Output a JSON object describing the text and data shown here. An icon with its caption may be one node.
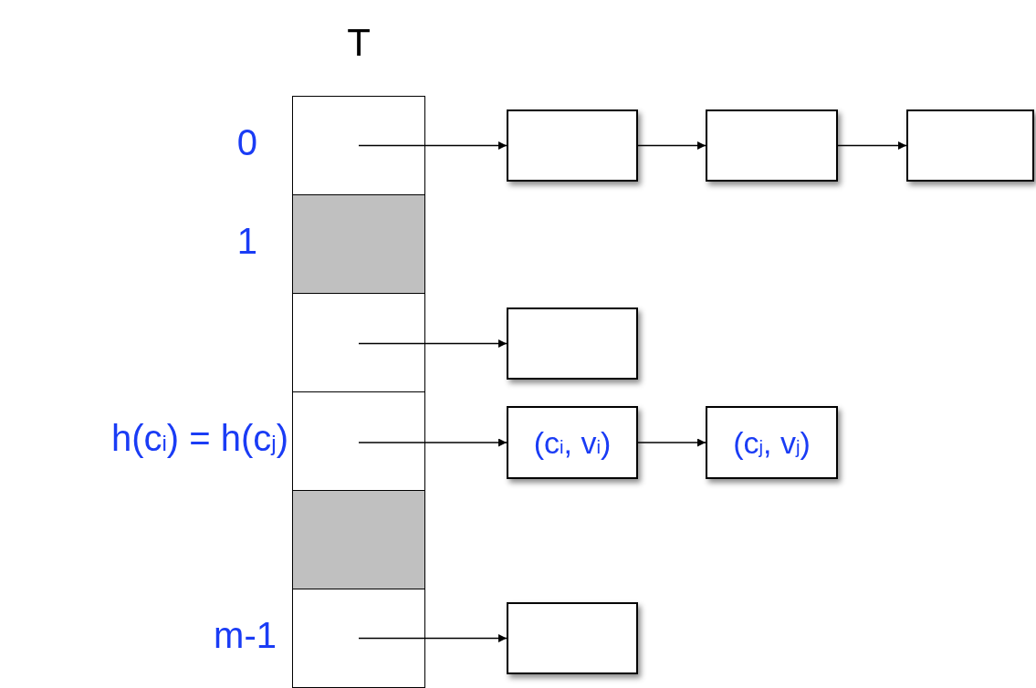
{
  "diagram": {
    "nodes": [
      {
        "text": [
          "T"
        ]
      },
      {
        "text": [],
        "shape": "box",
        "in": 0,
        "beside": [
          "0"
        ]
      },
      {
        "text": [],
        "shape": "box",
        "in": 0,
        "beside": [
          "1"
        ]
      },
      {
        "text": [],
        "shape": "box",
        "in": 0
      },
      {
        "text": [],
        "shape": "box",
        "in": 0,
        "beside": [
          "h(c$_{i}$) = h(c$_{j}$)"
        ]
      },
      {
        "text": [],
        "shape": "box",
        "in": 0
      },
      {
        "text": [],
        "shape": "box",
        "in": 0,
        "beside": [
          "m-1"
        ]
      },
      {
        "text": [],
        "shape": "box"
      },
      {
        "text": [],
        "shape": "box"
      },
      {
        "text": [],
        "shape": "box"
      },
      {
        "text": [],
        "shape": "box"
      },
      {
        "text": [
          "(c$_{i}$, v$_{i}$)"
        ]
      },
      {
        "text": [
          "(c$_{j}$, v$_{j}$)"
        ]
      },
      {
        "text": [],
        "shape": "box"
      }
    ],
    "edges": [
      {
        "from": 1,
        "to": 7,
        "arrow": "to"
      },
      {
        "from": 7,
        "to": 8,
        "arrow": "to"
      },
      {
        "from": 8,
        "to": 9,
        "arrow": "to"
      },
      {
        "from": 3,
        "to": 10,
        "arrow": "to"
      },
      {
        "from": 4,
        "to": 11,
        "arrow": "to"
      },
      {
        "from": 11,
        "to": 12,
        "arrow": "to"
      },
      {
        "from": 6,
        "to": 13,
        "arrow": "to"
      }
    ]
  }
}
